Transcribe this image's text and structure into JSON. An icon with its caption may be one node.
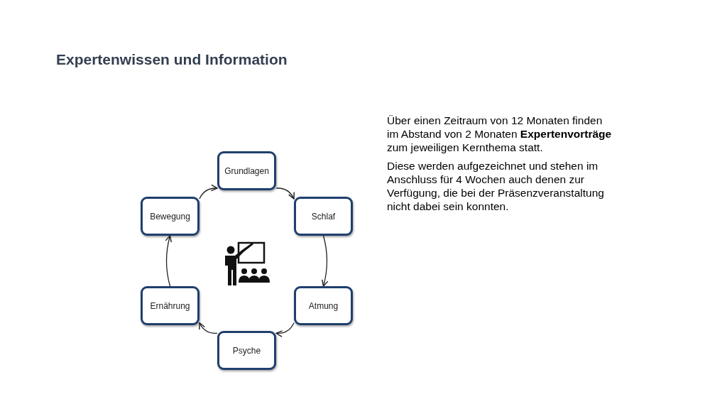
{
  "diagram": {
    "title": "Expertenwissen und Information",
    "nodes": [
      {
        "text": [
          "Grundlagen"
        ]
      },
      {
        "text": [
          "Schlaf"
        ]
      },
      {
        "text": [
          "Atmung"
        ]
      },
      {
        "text": [
          "Psyche"
        ]
      },
      {
        "text": [
          "Ernährung"
        ]
      },
      {
        "text": [
          "Bewegung"
        ]
      }
    ],
    "edges": [
      {
        "from": 0,
        "to": 1,
        "arrow": "to"
      },
      {
        "from": 1,
        "to": 2,
        "arrow": "to"
      },
      {
        "from": 2,
        "to": 3,
        "arrow": "to"
      },
      {
        "from": 3,
        "to": 4,
        "arrow": "to"
      },
      {
        "from": 4,
        "to": 5,
        "arrow": "to"
      },
      {
        "from": 5,
        "to": 0,
        "arrow": "to"
      }
    ],
    "labels": [
      "Über einen Zeitraum von 12 Monaten finden im Abstand von 2 Monaten **Expertenvorträge** zum jeweiligen Kernthema statt.",
      "Diese werden aufgezeichnet und stehen im Anschluss für 4 Wochen auch denen zur Verfügung, die bei der Präsenzveranstaltung nicht dabei sein konnten."
    ]
  }
}
